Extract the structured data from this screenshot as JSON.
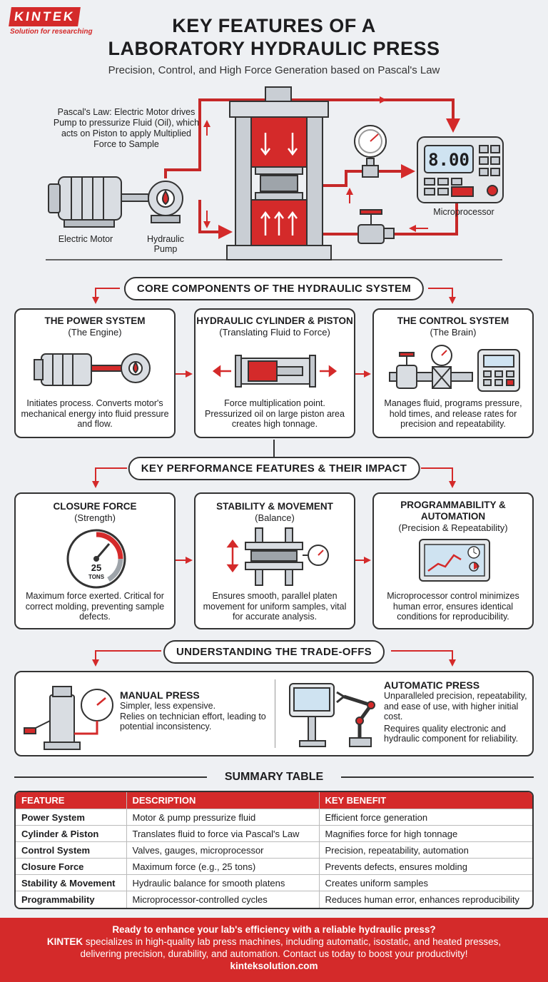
{
  "brand": {
    "logo": "KINTEK",
    "tagline": "Solution for researching"
  },
  "header": {
    "title_line1": "KEY FEATURES OF A",
    "title_line2": "LABORATORY HYDRAULIC PRESS",
    "subtitle": "Precision, Control, and High Force Generation based on Pascal's Law"
  },
  "hero": {
    "note": "Pascal's Law: Electric Motor drives Pump to pressurize Fluid (Oil), which acts on Piston to apply Multiplied Force to Sample",
    "motor_label": "Electric Motor",
    "pump_label": "Hydraulic Pump",
    "micro_label": "Microprocessor",
    "display_value": "8.00"
  },
  "core": {
    "heading": "CORE COMPONENTS OF THE HYDRAULIC SYSTEM",
    "cards": [
      {
        "title": "THE POWER SYSTEM",
        "sub": "(The Engine)",
        "desc": "Initiates process. Converts motor's mechanical energy into fluid pressure and flow."
      },
      {
        "title": "HYDRAULIC CYLINDER & PISTON",
        "sub": "(Translating Fluid to Force)",
        "desc": "Force multiplication point. Pressurized oil on large piston area creates high tonnage."
      },
      {
        "title": "THE CONTROL SYSTEM",
        "sub": "(The Brain)",
        "desc": "Manages fluid, programs pressure, hold times, and release rates for precision and repeatability."
      }
    ]
  },
  "performance": {
    "heading": "KEY PERFORMANCE FEATURES & THEIR IMPACT",
    "gauge_value": "25",
    "gauge_unit": "TONS",
    "cards": [
      {
        "title": "CLOSURE FORCE",
        "sub": "(Strength)",
        "desc": "Maximum force exerted. Critical for correct molding, preventing sample defects."
      },
      {
        "title": "STABILITY & MOVEMENT",
        "sub": "(Balance)",
        "desc": "Ensures smooth, parallel platen movement for uniform samples, vital for accurate analysis."
      },
      {
        "title": "PROGRAMMABILITY & AUTOMATION",
        "sub": "(Precision & Repeatability)",
        "desc": "Microprocessor control minimizes human error, ensures identical conditions for reproducibility."
      }
    ]
  },
  "tradeoffs": {
    "heading": "UNDERSTANDING THE TRADE-OFFS",
    "manual": {
      "title": "MANUAL PRESS",
      "line1": "Simpler, less expensive.",
      "line2": "Relies on technician effort, leading to potential inconsistency."
    },
    "automatic": {
      "title": "AUTOMATIC PRESS",
      "line1": "Unparalleled precision, repeatability, and ease of use, with higher initial cost.",
      "line2": "Requires quality electronic and hydraulic component for reliability."
    }
  },
  "summary": {
    "heading": "SUMMARY TABLE",
    "columns": [
      "FEATURE",
      "DESCRIPTION",
      "KEY BENEFIT"
    ],
    "rows": [
      [
        "Power System",
        "Motor & pump pressurize fluid",
        "Efficient force generation"
      ],
      [
        "Cylinder & Piston",
        "Translates fluid to force via Pascal's Law",
        "Magnifies force for high tonnage"
      ],
      [
        "Control System",
        "Valves, gauges, microprocessor",
        "Precision, repeatability, automation"
      ],
      [
        "Closure Force",
        "Maximum force (e.g., 25 tons)",
        "Prevents defects, ensures molding"
      ],
      [
        "Stability & Movement",
        "Hydraulic balance for smooth platens",
        "Creates uniform samples"
      ],
      [
        "Programmability",
        "Microprocessor-controlled cycles",
        "Reduces human error, enhances reproducibility"
      ]
    ]
  },
  "cta": {
    "line1": "Ready to enhance your lab's efficiency with a reliable hydraulic press?",
    "brand": "KINTEK",
    "line2": " specializes in high-quality lab press machines, including automatic, isostatic, and heated presses,",
    "line3": "delivering precision, durability, and automation. Contact us today to boost your productivity!",
    "url": "kinteksolution.com"
  },
  "colors": {
    "accent": "#d42a2a",
    "outline": "#333333",
    "metal": "#c9ced4"
  },
  "icons": [
    "electric-motor-icon",
    "hydraulic-pump-icon",
    "press-frame-icon",
    "pressure-gauge-icon",
    "valve-icon",
    "microprocessor-icon",
    "piston-icon",
    "tonnage-gauge-icon",
    "platen-icon",
    "chart-screen-icon",
    "manual-press-icon",
    "robot-arm-icon"
  ]
}
